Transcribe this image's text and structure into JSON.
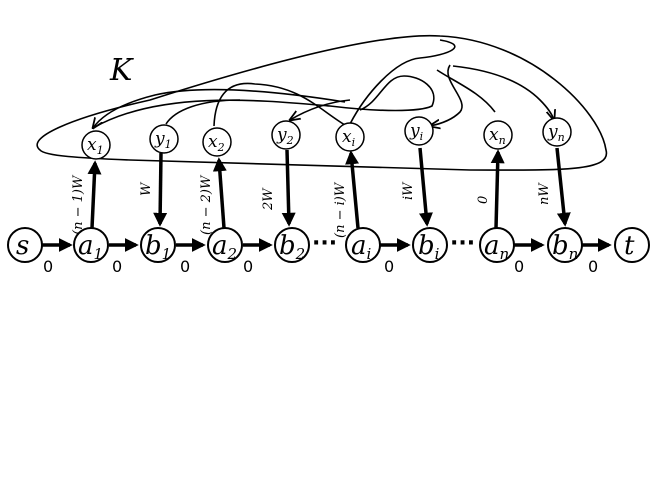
{
  "set_label": "K",
  "bottom_nodes": [
    {
      "id": "s",
      "base": "s",
      "sub": ""
    },
    {
      "id": "a1",
      "base": "a",
      "sub": "1"
    },
    {
      "id": "b1",
      "base": "b",
      "sub": "1"
    },
    {
      "id": "a2",
      "base": "a",
      "sub": "2"
    },
    {
      "id": "b2",
      "base": "b",
      "sub": "2"
    },
    {
      "id": "ai",
      "base": "a",
      "sub": "i"
    },
    {
      "id": "bi",
      "base": "b",
      "sub": "i"
    },
    {
      "id": "an",
      "base": "a",
      "sub": "n"
    },
    {
      "id": "bn",
      "base": "b",
      "sub": "n"
    },
    {
      "id": "t",
      "base": "t",
      "sub": ""
    }
  ],
  "top_nodes": [
    {
      "id": "x1",
      "base": "x",
      "sub": "1"
    },
    {
      "id": "y1",
      "base": "y",
      "sub": "1"
    },
    {
      "id": "x2",
      "base": "x",
      "sub": "2"
    },
    {
      "id": "y2",
      "base": "y",
      "sub": "2"
    },
    {
      "id": "xi",
      "base": "x",
      "sub": "i"
    },
    {
      "id": "yi",
      "base": "y",
      "sub": "i"
    },
    {
      "id": "xn",
      "base": "x",
      "sub": "n"
    },
    {
      "id": "yn",
      "base": "y",
      "sub": "n"
    }
  ],
  "path_edge_weights": [
    "0",
    "0",
    "0",
    "0",
    "0",
    "0",
    "0"
  ],
  "ellipsis": "···",
  "vertical_edge_weights": {
    "a1_x1": "(n − 1)W",
    "y1_b1": "W",
    "a2_x2": "(n − 2)W",
    "y2_b2": "2W",
    "ai_xi": "(n − i)W",
    "yi_bi": "iW",
    "an_xn": "0",
    "yn_bn": "nW"
  }
}
